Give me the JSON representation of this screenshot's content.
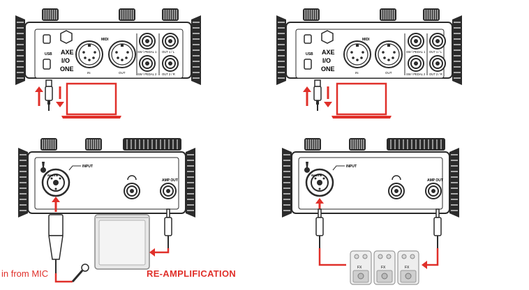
{
  "device": {
    "brand_line1": "AXE",
    "brand_line2": "I/O",
    "brand_line3": "ONE",
    "midi_label": "MIDI",
    "in_label": "IN",
    "out_label": "OUT",
    "usb_label": "USB",
    "sw_pedal1": "SW / PEDAL 1",
    "sw_pedal2": "SW / PEDAL 2",
    "out1_label": "OUT 1 / L",
    "out2_label": "OUT 2 / R",
    "input_label": "INPUT",
    "amp_out_label": "AMP OUT",
    "combo_brand": "Neutrik"
  },
  "labels": {
    "mic": "in from MIC",
    "reamp": "RE-AMPLIFICATION",
    "fx": "FX"
  },
  "colors": {
    "accent_red": "#e0302a",
    "ink": "#2b2b2b",
    "device_fill": "#ffffff"
  }
}
